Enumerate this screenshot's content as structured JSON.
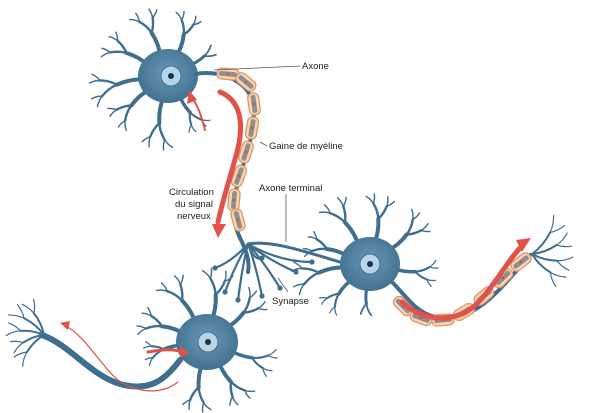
{
  "labels": {
    "axone": "Axone",
    "gaine": "Gaine de myéline",
    "circulation": [
      "Circulation",
      "du signal",
      "nerveux"
    ],
    "axone_terminal": "Axone terminal",
    "synapse": "Synapse"
  },
  "colors": {
    "neuron": "#3f6e8e",
    "soma_center": "#6a97b5",
    "nucleus": "#b7d4e6",
    "nucleolus": "#163447",
    "myelin_fill": "#f7d5b4",
    "myelin_stroke": "#e49563",
    "signal_arrow": "#e0524a",
    "label_text": "#222222"
  },
  "icons": {
    "signal": "red-arrow",
    "synapse": "bulb-terminal"
  }
}
